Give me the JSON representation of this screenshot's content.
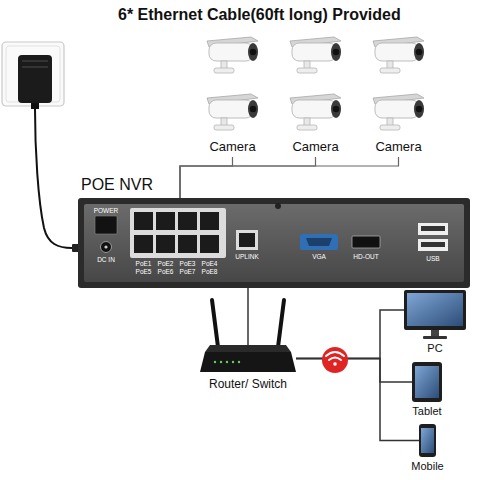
{
  "diagram": {
    "title": "6* Ethernet Cable(60ft long) Provided",
    "nodes": [
      {
        "text": [
          "Camera"
        ]
      },
      {
        "text": [
          "Camera"
        ]
      },
      {
        "text": [
          "Camera"
        ]
      },
      {
        "text": [
          "POE NVR"
        ]
      },
      {
        "text": [
          "Router/ Switch"
        ]
      },
      {
        "text": [
          "PC"
        ]
      },
      {
        "text": [
          "Tablet"
        ]
      },
      {
        "text": [
          "Mobile"
        ]
      }
    ],
    "edges": [
      {
        "from": 0,
        "to": 3,
        "arrow": "none"
      },
      {
        "from": 1,
        "to": 3,
        "arrow": "none"
      },
      {
        "from": 2,
        "to": 3,
        "arrow": "none"
      },
      {
        "from": 3,
        "to": 4,
        "arrow": "none"
      },
      {
        "from": 4,
        "to": 5,
        "arrow": "none"
      },
      {
        "from": 4,
        "to": 6,
        "arrow": "none"
      },
      {
        "from": 4,
        "to": 7,
        "arrow": "none"
      }
    ],
    "labels": [
      "POWER",
      "DC IN",
      "PoE1",
      "PoE5",
      "PoE2",
      "PoE6",
      "PoE3",
      "PoE7",
      "PoE4",
      "PoE8",
      "UPLINK",
      "VGA",
      "HD-OUT",
      "USB"
    ]
  }
}
